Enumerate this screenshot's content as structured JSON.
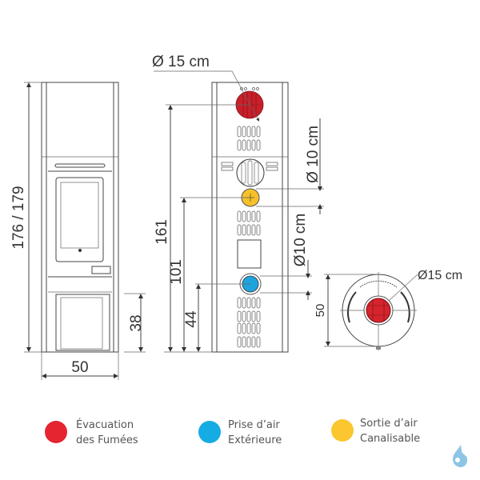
{
  "front_view": {
    "height_label": "176 / 179",
    "width_label": "50",
    "base_label": "38"
  },
  "back_view": {
    "flue_diameter_label": "Ø 15 cm",
    "outlet_diameter_label": "Ø 10 cm",
    "intake_diameter_label": "Ø10 cm",
    "flue_height_label": "161",
    "outlet_height_label": "101",
    "intake_height_label": "44"
  },
  "top_view": {
    "flue_diameter_label": "Ø15 cm",
    "depth_label": "50"
  },
  "legend": [
    {
      "line1": "Évacuation",
      "line2": "des Fumées",
      "color": "#e52630"
    },
    {
      "line1": "Prise d’air",
      "line2": "Extérieure",
      "color": "#16ace3"
    },
    {
      "line1": "Sortie d’air",
      "line2": "Canalisable",
      "color": "#fbc630"
    }
  ],
  "colors": {
    "flue": "#c8202a",
    "outlet": "#f5c02a",
    "intake": "#1ea3dc",
    "logo": "#8ec5e6"
  },
  "icons": {
    "logo": "water-drop-logo-icon"
  }
}
